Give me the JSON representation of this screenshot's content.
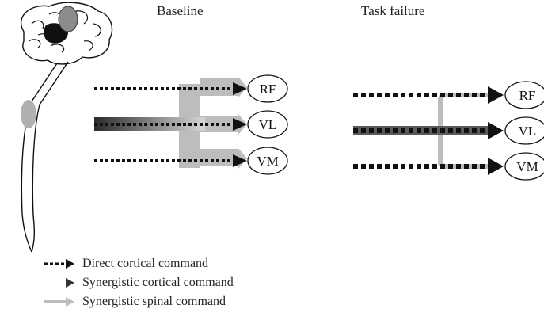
{
  "panels": {
    "baseline_title": "Baseline",
    "task_failure_title": "Task failure"
  },
  "muscles": [
    "RF",
    "VL",
    "VM"
  ],
  "legend": {
    "direct": "Direct cortical command",
    "cortical": "Synergistic cortical command",
    "spinal": "Synergistic spinal command"
  },
  "colors": {
    "direct": "#111111",
    "cortical": "#3a3a3a",
    "spinal": "#bdbdbd",
    "brain_structure": "#8c8c8c"
  }
}
